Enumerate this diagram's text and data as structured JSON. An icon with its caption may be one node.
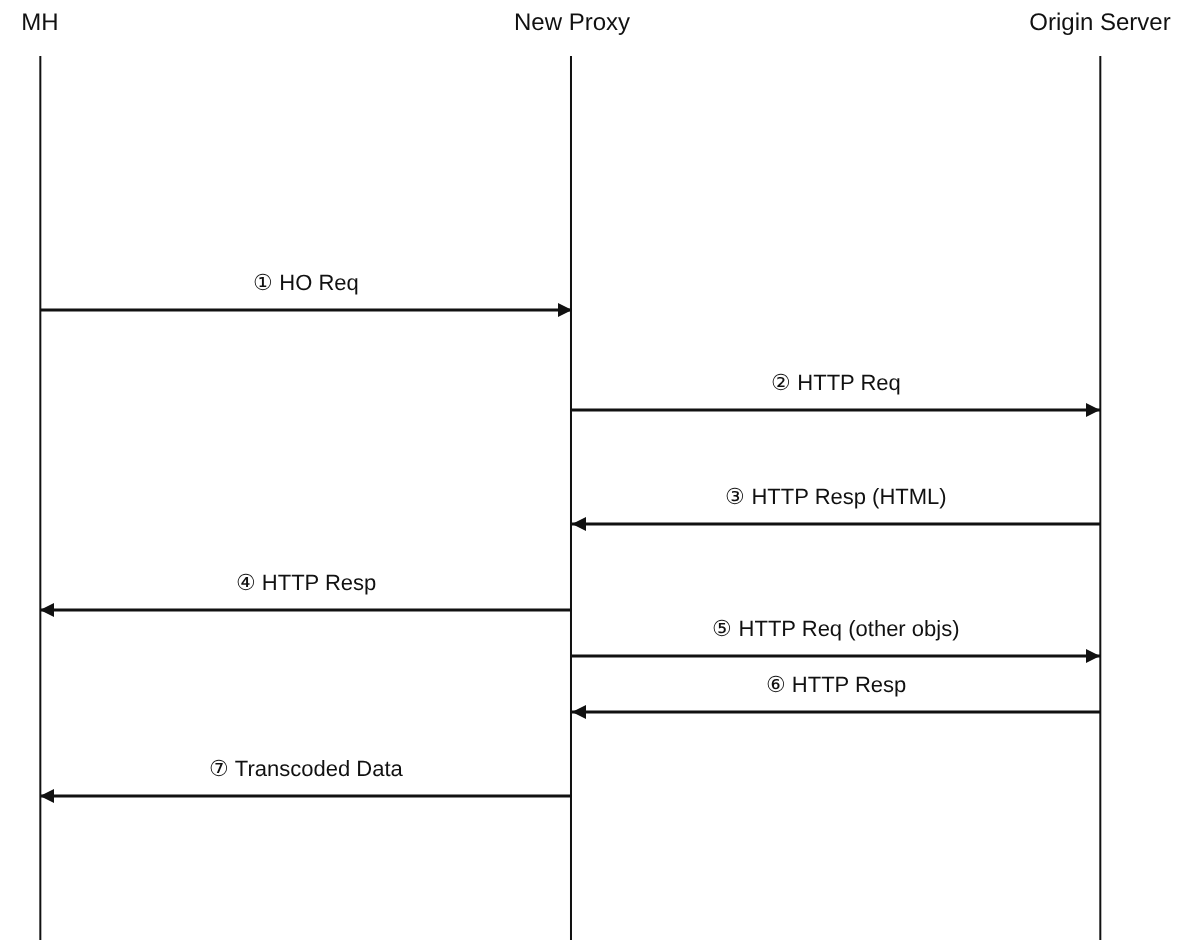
{
  "diagram": {
    "nodes": [
      {
        "text": [
          "MH"
        ]
      },
      {
        "text": [
          "New Proxy"
        ]
      },
      {
        "text": [
          "Origin Server"
        ]
      }
    ],
    "edges": [
      {
        "from": 0,
        "to": 1,
        "arrow": "to",
        "label": "① HO Req"
      },
      {
        "from": 1,
        "to": 2,
        "arrow": "to",
        "label": "② HTTP Req"
      },
      {
        "from": 2,
        "to": 1,
        "arrow": "to",
        "label": "③ HTTP Resp (HTML)"
      },
      {
        "from": 1,
        "to": 0,
        "arrow": "to",
        "label": "④ HTTP Resp"
      },
      {
        "from": 1,
        "to": 2,
        "arrow": "to",
        "label": "⑤ HTTP Req (other objs)"
      },
      {
        "from": 2,
        "to": 1,
        "arrow": "to",
        "label": "⑥ HTTP Resp"
      },
      {
        "from": 1,
        "to": 0,
        "arrow": "to",
        "label": "⑦ Transcoded Data"
      }
    ]
  }
}
